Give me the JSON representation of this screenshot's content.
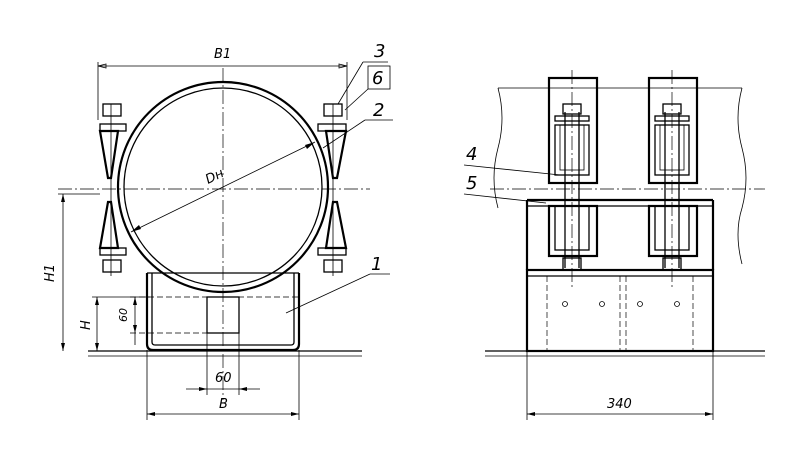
{
  "callouts": {
    "c1": "1",
    "c2": "2",
    "c3": "3",
    "c4": "4",
    "c5": "5",
    "c6": "6"
  },
  "dimensions": {
    "b1": "B1",
    "dn": "Dн",
    "h1": "H1",
    "h": "H",
    "d60_vertical": "60",
    "d60_horizontal": "60",
    "b": "B",
    "d340": "340"
  },
  "colors": {
    "line": "#000000",
    "background": "#ffffff"
  }
}
